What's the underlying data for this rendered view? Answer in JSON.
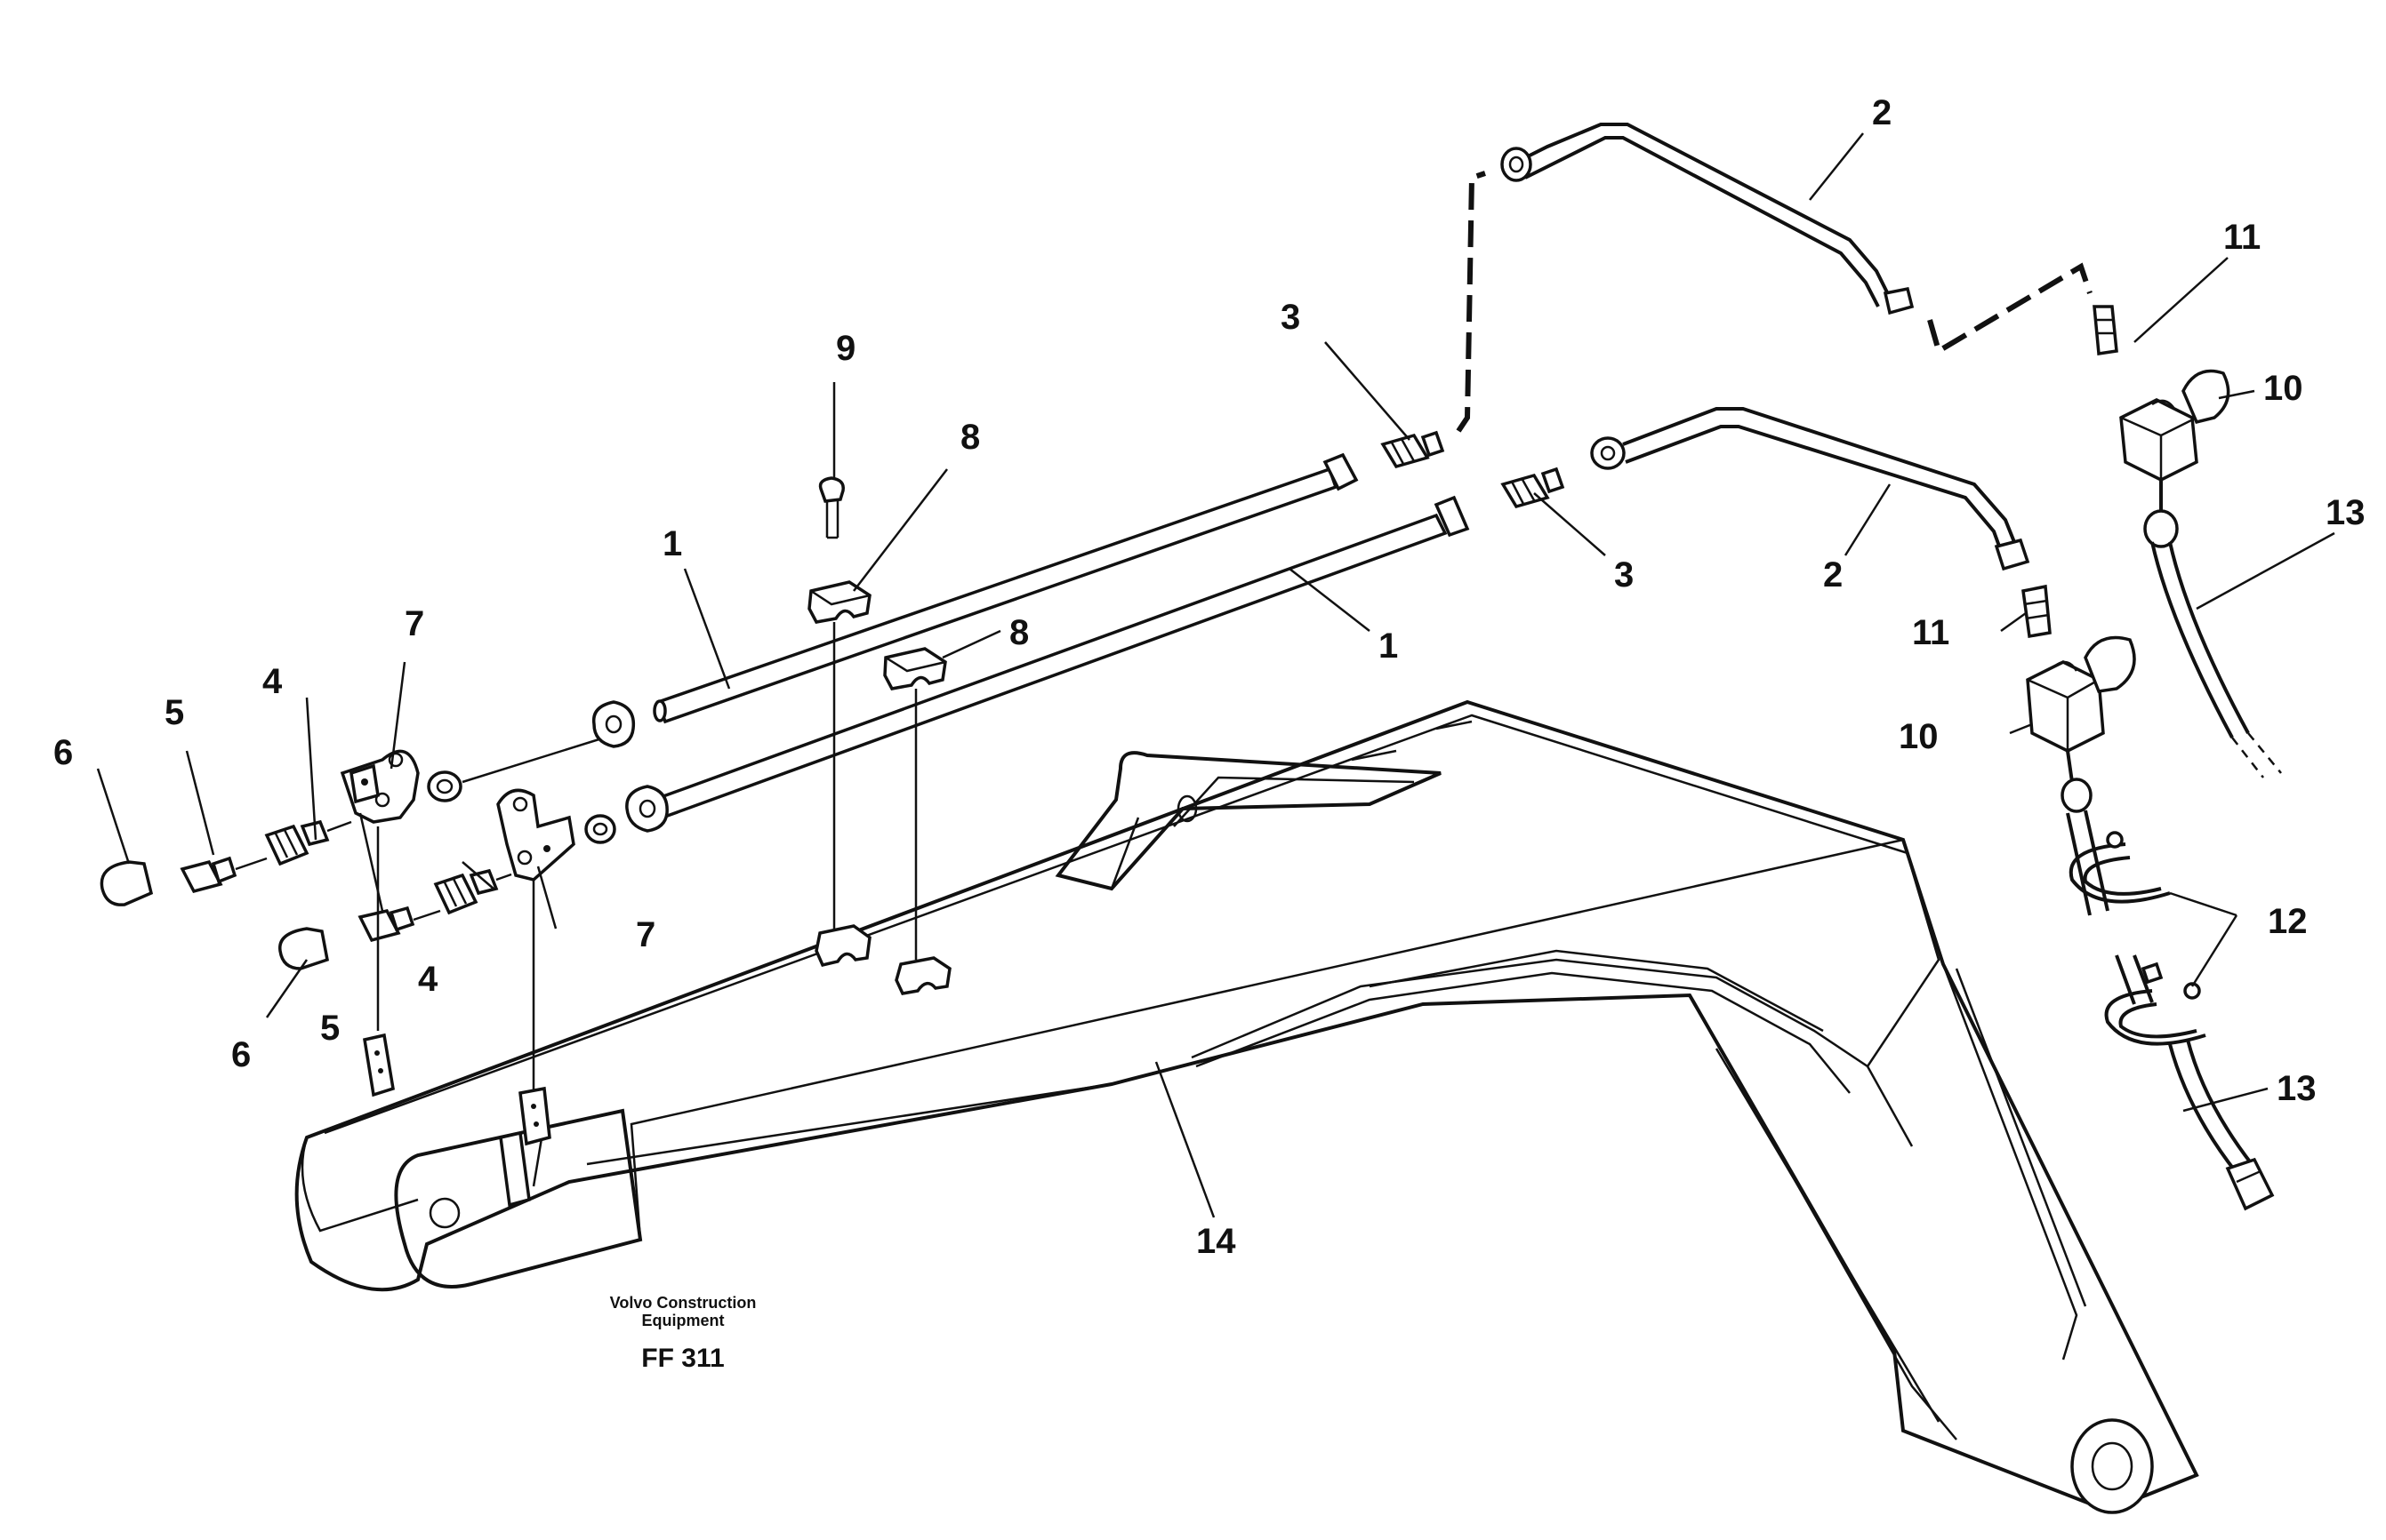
{
  "callouts": {
    "c1a": "1",
    "c1b": "1",
    "c2a": "2",
    "c2b": "2",
    "c3a": "3",
    "c3b": "3",
    "c4a": "4",
    "c4b": "4",
    "c5a": "5",
    "c5b": "5",
    "c6a": "6",
    "c6b": "6",
    "c7a": "7",
    "c7b": "7",
    "c8a": "8",
    "c8b": "8",
    "c9": "9",
    "c10a": "10",
    "c10b": "10",
    "c11a": "11",
    "c11b": "11",
    "c12": "12",
    "c13a": "13",
    "c13b": "13",
    "c14": "14"
  },
  "caption": {
    "company_line1": "Volvo Construction",
    "company_line2": "Equipment",
    "code": "FF 311"
  }
}
